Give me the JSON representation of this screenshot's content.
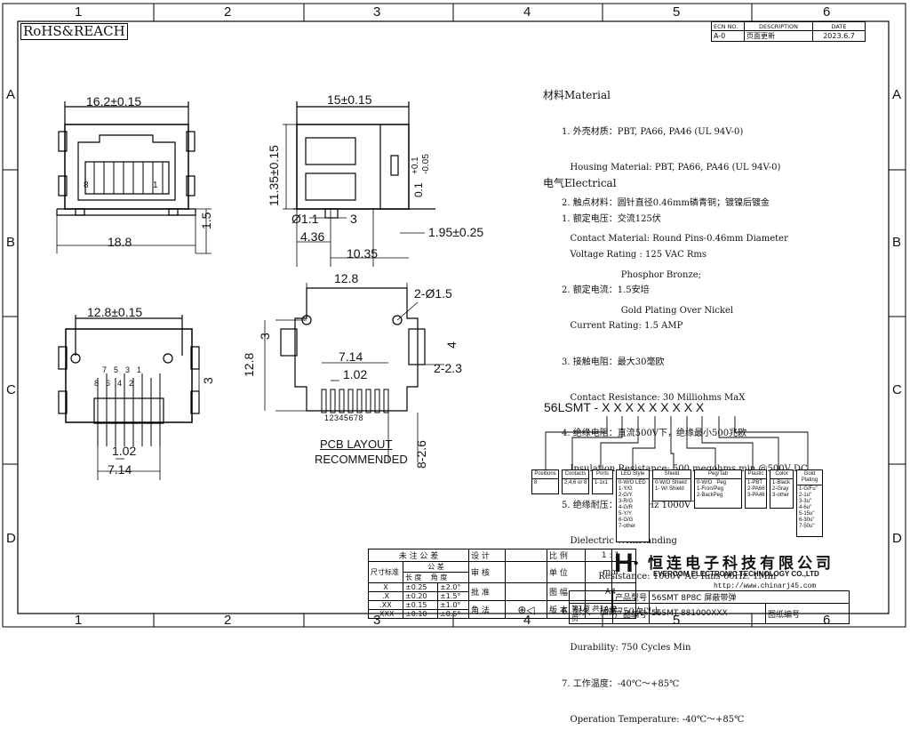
{
  "zones": {
    "cols": [
      "1",
      "2",
      "3",
      "4",
      "5",
      "6"
    ],
    "rows": [
      "A",
      "B",
      "C",
      "D"
    ]
  },
  "compliance": "RoHS&REACH",
  "revision": {
    "headers": [
      "ECN NO.",
      "DESCRIPTION",
      "DATE"
    ],
    "row": [
      "A-0",
      "页面更新",
      "2023.6.7"
    ]
  },
  "front_view": {
    "width": "16.2±0.15",
    "overall": "18.8",
    "height": "1.5",
    "pin8": "8",
    "pin1": "1"
  },
  "side_view": {
    "width": "15±0.15",
    "height": "11.35±0.15",
    "tol_top": "+0.1",
    "tol_bot": "-0.05",
    "tol_base": "0.1",
    "dia": "Ø1.1",
    "d3": "3",
    "d436": "4.36",
    "d1035": "10.35",
    "d195": "1.95±0.25"
  },
  "bottom_view": {
    "width": "12.8±0.15",
    "pitch": "1.02",
    "span": "7.14",
    "d3": "3",
    "pins_top": [
      "7",
      "5",
      "3",
      "1"
    ],
    "pins_bot": [
      "8",
      "6",
      "4",
      "2"
    ]
  },
  "pcb": {
    "w": "12.8",
    "holes": "2-Ø1.5",
    "d3": "3",
    "h": "12.8",
    "d4": "4",
    "span": "7.14",
    "pitch": "1.02",
    "slots": "2-2.3",
    "pads": "8-2.6",
    "pin_numbers": "12345678",
    "title": "PCB LAYOUT",
    "subtitle": "RECOMMENDED"
  },
  "specs": {
    "material_title": "材料Material",
    "material_lines": [
      "1. 外壳材质：PBT, PA66, PA46 (UL 94V-0)",
      "   Housing Material: PBT, PA66, PA46 (UL 94V-0)",
      "2. 触点材料：圆针直径0.46mm磷青铜；镀镍后镀金",
      "   Contact Material: Round Pins-0.46mm Diameter",
      "                     Phosphor Bronze;",
      "                     Gold Plating Over Nickel"
    ],
    "electrical_title": "电气Electrical",
    "electrical_lines": [
      "1. 额定电压：交流125伏",
      "   Voltage Rating : 125 VAC Rms",
      "2. 额定电流：1.5安培",
      "   Current Rating: 1.5 AMP",
      "3. 接触电阻：最大30毫欧",
      "   Contact Resistance: 30 Milliohms MaX",
      "4. 绝缘电阻：直流500V下，绝缘最小500兆欧",
      "   Insulation Resistance: 500 megohms min @500V DC",
      "5. 绝缘耐压：交流60Hz 1000V下，1分钟",
      "   Dielectric Withstanding",
      "             Resistance: 1000V AC Rms 60Hz. 1Min",
      "6. 耐久：插拔750次以上",
      "   Durability: 750 Cycles Min",
      "7. 工作温度：-40℃～+85℃",
      "   Operation Temperature: -40℃～+85℃"
    ]
  },
  "part_number": {
    "prefix": "56LSMT - ",
    "slots": "X X X X X X X X X"
  },
  "option_boxes": [
    {
      "title": "Positions",
      "body": "8"
    },
    {
      "title": "Contacts",
      "body": "2,4,6 or 8"
    },
    {
      "title": "Ports",
      "body": "1-1x1"
    },
    {
      "title": "LED Style",
      "body": "0-W/O LED\n1-Y/G\n2-G/Y\n3-R/G\n4-G/R\n5-Y/Y\n6-G/G\n7-other"
    },
    {
      "title": "Shield",
      "body": "0-W/O Shield\n1- W/ Shield"
    },
    {
      "title": "Peg/Tab",
      "body": "0-W/O   Peg\n1-Fron/Peg\n2-BackPeg"
    },
    {
      "title": "Plastic",
      "body": "1-PBT\n2-PA66\n3-PA46"
    },
    {
      "title": "Color",
      "body": "1-Black\n2-Gray\n3-other"
    },
    {
      "title": "Gold Plating",
      "body": "1-G/Fu\"\n2-1u\"\n3-3u\"\n4-6u\"\n5-15u\"\n6-30u\"\n7-50u\""
    }
  ],
  "title_block": {
    "tol_title": "未 注 公 差",
    "tol_sub": "公 差",
    "size_label": "尺寸标准",
    "tol_cols": "长 度    角 度",
    "tol_rows": [
      [
        "X",
        "±0.25",
        "±2.0°"
      ],
      [
        ".X",
        "±0.20",
        "±1.5°"
      ],
      [
        ".XX",
        "±0.15",
        "±1.0°"
      ],
      [
        ".XXX",
        "±0.10",
        "±0.5°"
      ]
    ],
    "roles": [
      "设 计",
      "审 核",
      "批 准",
      "角 法"
    ],
    "labels": [
      "比 例",
      "单 位",
      "图 幅",
      "版 本"
    ],
    "values": [
      "1 : 1",
      "mm",
      "A4",
      "A-2"
    ],
    "page": "第1页 共1页",
    "company_cn": "恒连电子科技有限公司",
    "company_en": "EVERCOM ELECTRONIC TECHNOLOGY CO.,LTD",
    "url": "http://www.chinarj45.com",
    "model_label": "产品型号",
    "model": "56SMT 8P8C 屏蔽带弹",
    "code_label": "产品编号",
    "code": "56SMT-881000XXX",
    "drawing_label": "图纸编号"
  }
}
